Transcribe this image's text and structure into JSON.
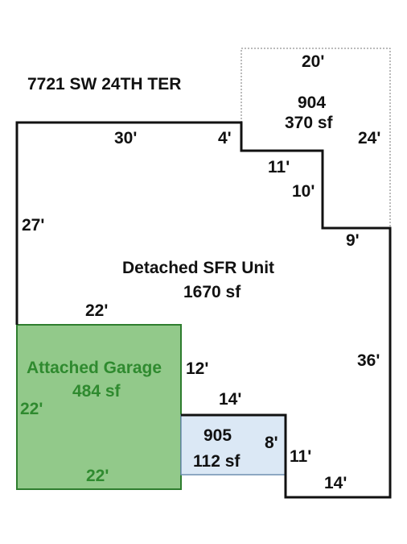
{
  "address": "7721 SW 24TH TER",
  "colors": {
    "outline": "#111111",
    "garage_fill": "#92c98a",
    "garage_stroke": "#2e7d2e",
    "garage_text": "#2f8a2f",
    "area905_fill": "#dbe8f5",
    "area905_stroke": "#6f8fb0",
    "dotted": "#777777"
  },
  "areas": {
    "main": {
      "name": "Detached SFR Unit",
      "size": "1670 sf"
    },
    "a904": {
      "name": "904",
      "size": "370 sf"
    },
    "garage": {
      "name": "Attached Garage",
      "size": "484 sf"
    },
    "a905": {
      "name": "905",
      "size": "112 sf"
    }
  },
  "dimensions": {
    "d904_top": "20'",
    "d904_right": "24'",
    "main_top": "30'",
    "step_4": "4'",
    "step_11": "11'",
    "step_10": "10'",
    "step_9": "9'",
    "left_27": "27'",
    "garage_top": "22'",
    "garage_right": "12'",
    "right_36": "36'",
    "top_905": "14'",
    "d905_right": "8'",
    "bottom_11": "11'",
    "bottom_14": "14'",
    "garage_left": "22'",
    "garage_bottom": "22'"
  }
}
